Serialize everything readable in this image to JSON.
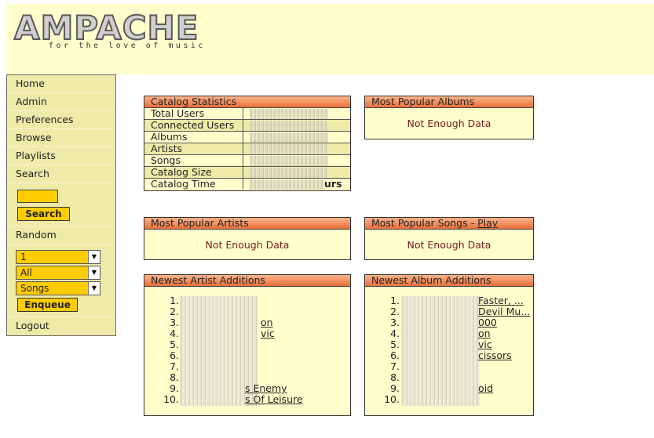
{
  "header": {
    "logo_text": "AMPACHE",
    "tagline": "for the love of music"
  },
  "sidebar": {
    "items": [
      {
        "label": "Home"
      },
      {
        "label": "Admin"
      },
      {
        "label": "Preferences"
      },
      {
        "label": "Browse"
      },
      {
        "label": "Playlists"
      },
      {
        "label": "Search"
      }
    ],
    "search_input_value": "",
    "search_button": "Search",
    "random_label": "Random",
    "random_count": "1",
    "random_catalog": "All",
    "random_type": "Songs",
    "enqueue_button": "Enqueue",
    "logout": "Logout"
  },
  "catalog_stats": {
    "title": "Catalog Statistics",
    "rows": [
      {
        "key": "Total Users",
        "value": ""
      },
      {
        "key": "Connected Users",
        "value": ""
      },
      {
        "key": "Albums",
        "value": ""
      },
      {
        "key": "Artists",
        "value": ""
      },
      {
        "key": "Songs",
        "value": ""
      },
      {
        "key": "Catalog Size",
        "value": ""
      },
      {
        "key": "Catalog Time",
        "value": "urs"
      }
    ]
  },
  "popular_albums": {
    "title": "Most Popular Albums",
    "empty": "Not Enough Data"
  },
  "popular_artists": {
    "title": "Most Popular Artists",
    "empty": "Not Enough Data"
  },
  "popular_songs": {
    "title": "Most Popular Songs - ",
    "play_link": "Play",
    "empty": "Not Enough Data"
  },
  "newest_artists": {
    "title": "Newest Artist Additions",
    "items": [
      {
        "num": "1.",
        "visible": ""
      },
      {
        "num": "2.",
        "visible": ""
      },
      {
        "num": "3.",
        "visible": "on"
      },
      {
        "num": "4.",
        "visible": "vic"
      },
      {
        "num": "5.",
        "visible": ""
      },
      {
        "num": "6.",
        "visible": ""
      },
      {
        "num": "7.",
        "visible": ""
      },
      {
        "num": "8.",
        "visible": ""
      },
      {
        "num": "9.",
        "visible": "s Enemy"
      },
      {
        "num": "10.",
        "visible": "s Of Leisure"
      }
    ]
  },
  "newest_albums": {
    "title": "Newest Album Additions",
    "items": [
      {
        "num": "1.",
        "visible": "Faster, ..."
      },
      {
        "num": "2.",
        "visible": "Devil Mu..."
      },
      {
        "num": "3.",
        "visible": "000"
      },
      {
        "num": "4.",
        "visible": "on"
      },
      {
        "num": "5.",
        "visible": "vic"
      },
      {
        "num": "6.",
        "visible": "cissors"
      },
      {
        "num": "7.",
        "visible": ""
      },
      {
        "num": "8.",
        "visible": ""
      },
      {
        "num": "9.",
        "visible": "oid"
      },
      {
        "num": "10.",
        "visible": ""
      }
    ]
  },
  "colors": {
    "header_bg": "#ffffcc",
    "sidebar_bg": "#eeeaa8",
    "accent": "#ffcc00",
    "panel_head": "#e9703a",
    "nodata_text": "#7a1a1a"
  }
}
